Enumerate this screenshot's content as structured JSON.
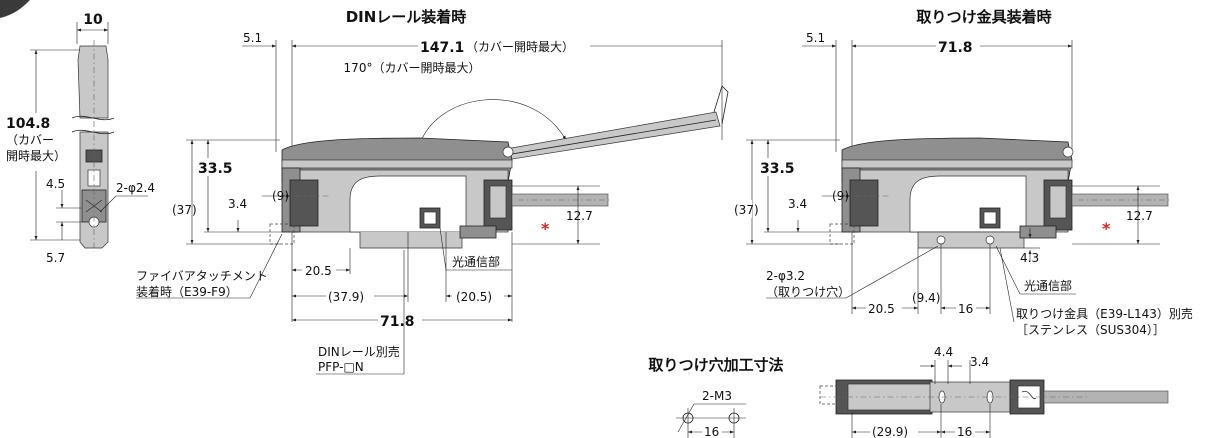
{
  "titles": {
    "din": "DINレール装着時",
    "bracket": "取りつけ金具装着時",
    "holes": "取りつけ穴加工寸法"
  },
  "side_view": {
    "width": "10",
    "height_main": "104.8",
    "height_note_1": "（カバー",
    "height_note_2": "開時最大）",
    "d_4_5": "4.5",
    "d_5_7": "5.7",
    "hole": "2-φ2.4"
  },
  "din_view": {
    "d_5_1": "5.1",
    "d_147_main": "147.1",
    "d_147_note": "（カバー開時最大）",
    "angle_note": "170°（カバー開時最大）",
    "d_33_5": "33.5",
    "d_37": "(37)",
    "d_9": "(9)",
    "d_3_4": "3.4",
    "d_12_7": "12.7",
    "d_20_5": "20.5",
    "d_37_9": "(37.9)",
    "d_20_5p": "(20.5)",
    "d_71_8": "71.8",
    "optical": "光通信部",
    "fiber_1": "ファイバアタッチメント",
    "fiber_2": "装着時（E39-F9）",
    "rail_1": "DINレール別売",
    "rail_2": "PFP-□N",
    "star": "*"
  },
  "bracket_view": {
    "d_5_1": "5.1",
    "d_71_8": "71.8",
    "d_33_5": "33.5",
    "d_37": "(37)",
    "d_9": "(9)",
    "d_3_4": "3.4",
    "d_12_7": "12.7",
    "d_4_3": "4.3",
    "hole_1": "2-φ3.2",
    "hole_2": "（取りつけ穴）",
    "optical": "光通信部",
    "d_20_5": "20.5",
    "d_9_4": "(9.4)",
    "d_16": "16",
    "bracket_1": "取りつけ金具（E39-L143）別売",
    "bracket_2": "［ステンレス（SUS304）］",
    "star": "*"
  },
  "holes_view": {
    "screw": "2-M3",
    "pitch": "16"
  },
  "bottom_view": {
    "d_4_4": "4.4",
    "d_3_4": "3.4",
    "d_29_9": "(29.9)",
    "d_16": "16"
  }
}
